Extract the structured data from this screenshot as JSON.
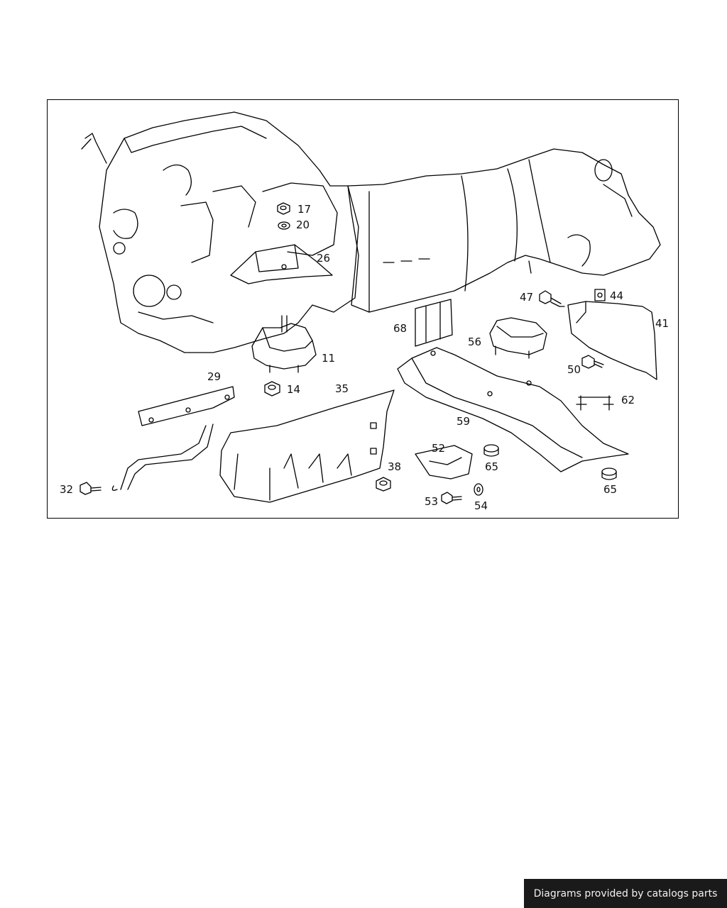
{
  "callouts": [
    {
      "id": "17",
      "text": "17"
    },
    {
      "id": "20",
      "text": "20"
    },
    {
      "id": "26",
      "text": "26"
    },
    {
      "id": "11",
      "text": "11"
    },
    {
      "id": "14",
      "text": "14"
    },
    {
      "id": "29",
      "text": "29"
    },
    {
      "id": "35",
      "text": "35"
    },
    {
      "id": "32",
      "text": "32"
    },
    {
      "id": "38",
      "text": "38"
    },
    {
      "id": "68",
      "text": "68"
    },
    {
      "id": "56",
      "text": "56"
    },
    {
      "id": "59",
      "text": "59"
    },
    {
      "id": "52",
      "text": "52"
    },
    {
      "id": "65a",
      "text": "65"
    },
    {
      "id": "65b",
      "text": "65"
    },
    {
      "id": "53",
      "text": "53"
    },
    {
      "id": "54",
      "text": "54"
    },
    {
      "id": "47",
      "text": "47"
    },
    {
      "id": "44",
      "text": "44"
    },
    {
      "id": "41",
      "text": "41"
    },
    {
      "id": "50",
      "text": "50"
    },
    {
      "id": "62",
      "text": "62"
    }
  ],
  "footer": {
    "credit": "Diagrams provided by catalogs parts"
  }
}
